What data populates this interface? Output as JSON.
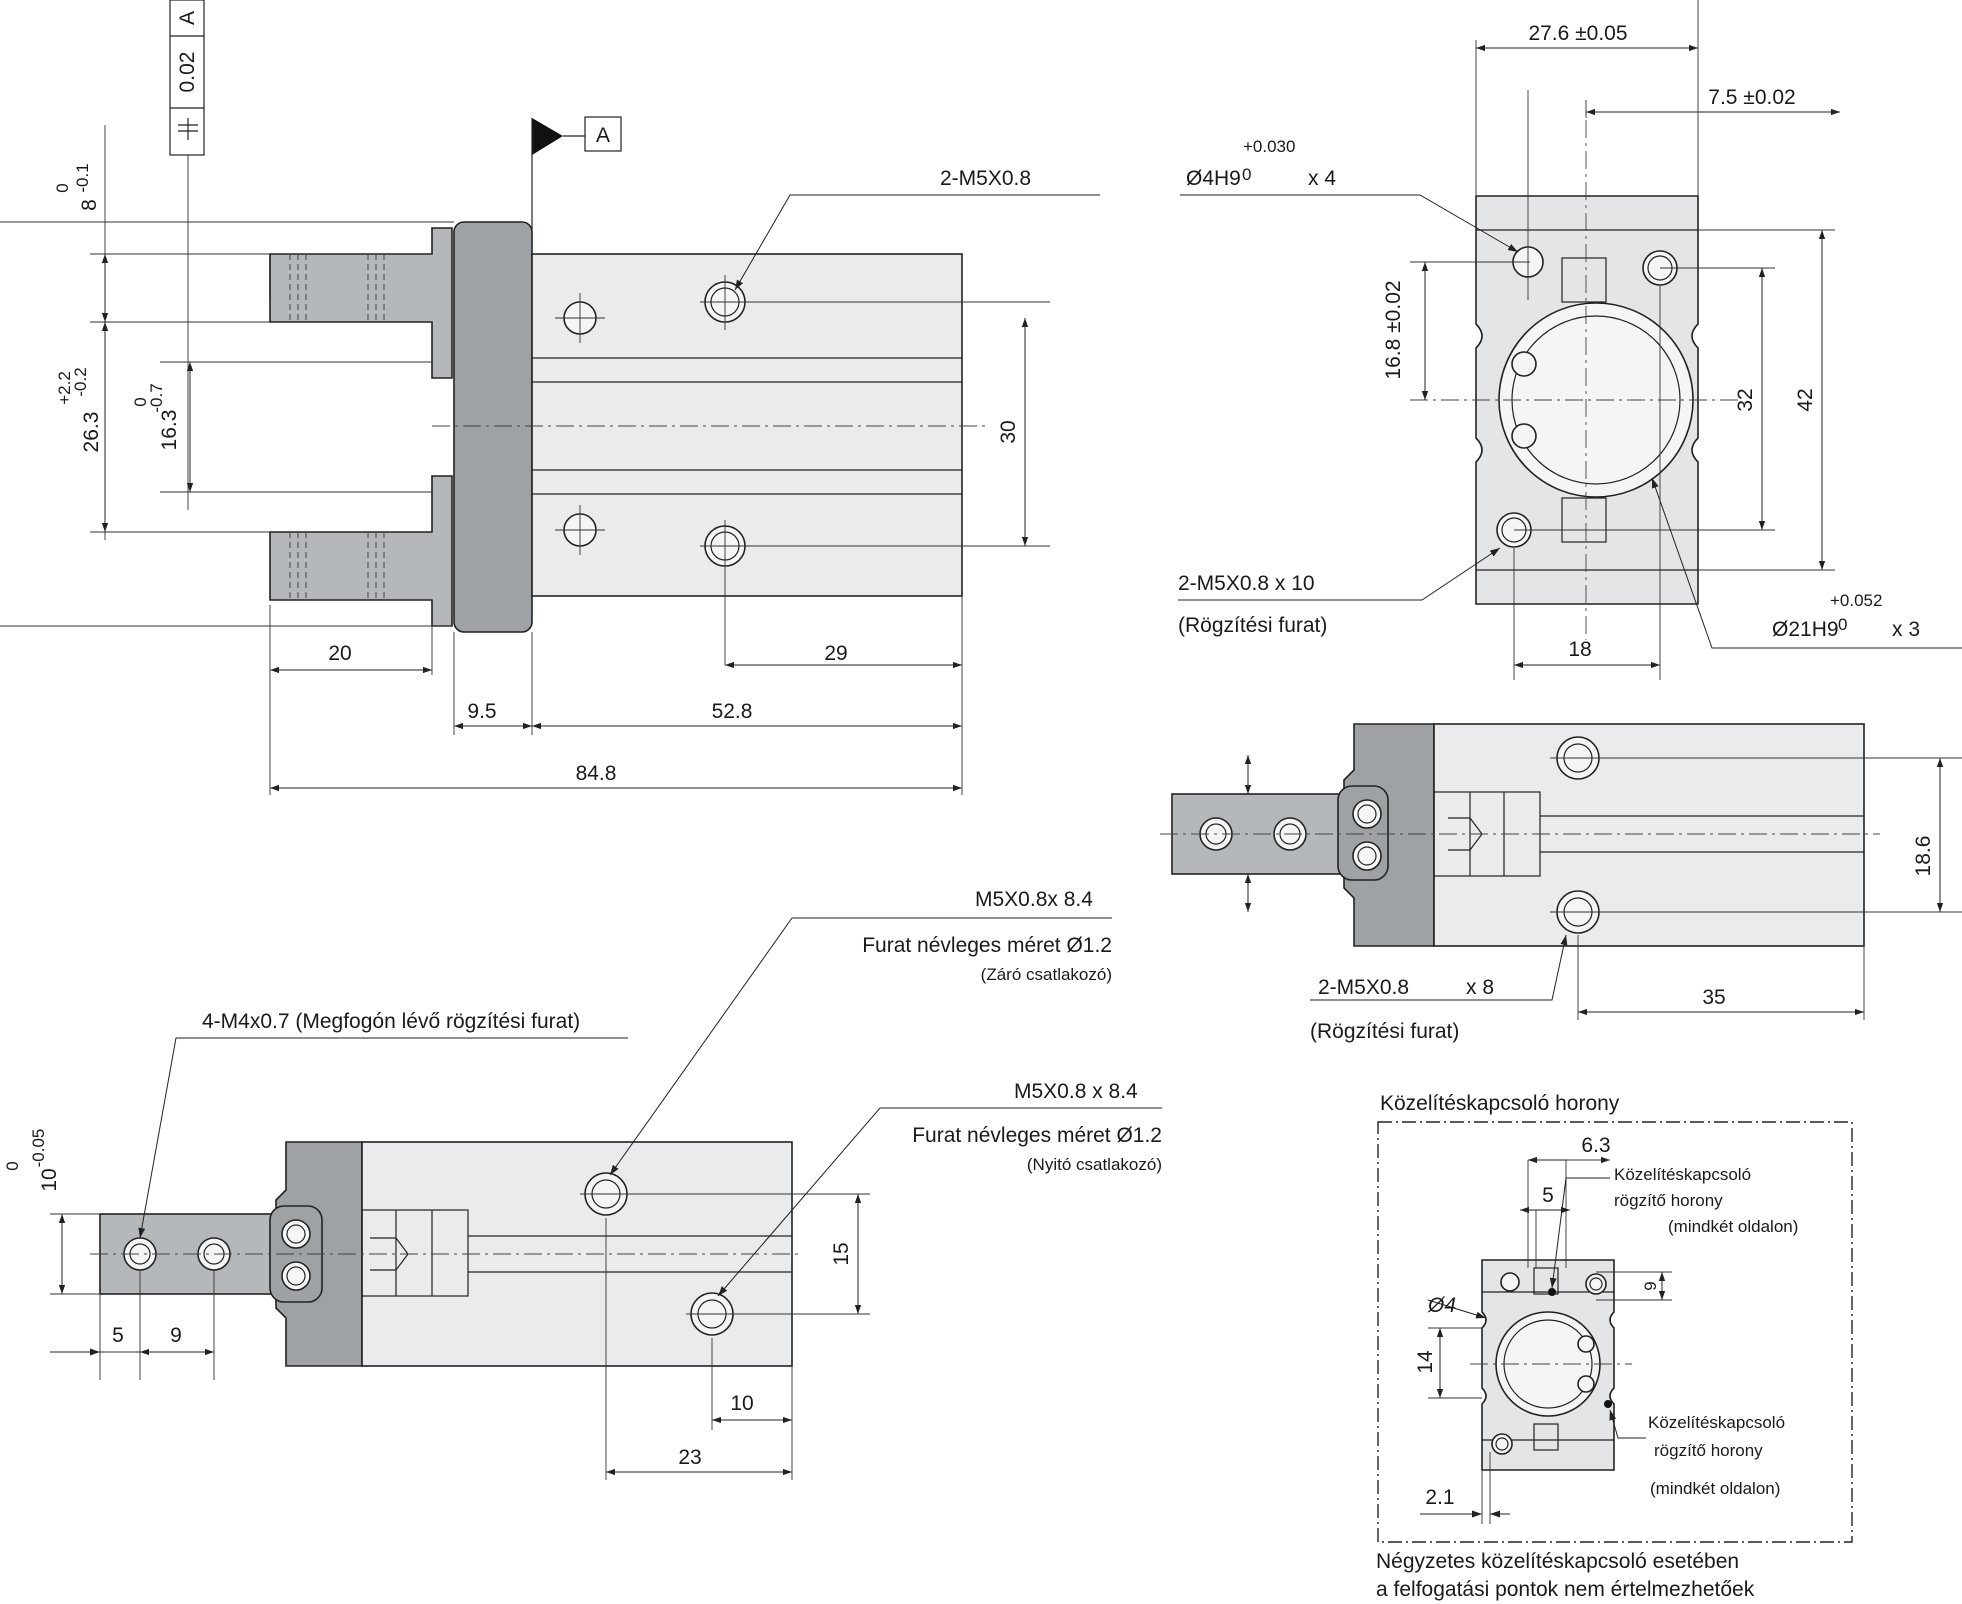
{
  "datum": {
    "tolerance_value": "0.02",
    "datum_ref": "A",
    "datum_label": "A"
  },
  "front_view": {
    "thread_top": "2-M5X0.8",
    "dim_8": "8",
    "dim_8_tol_upper": "0",
    "dim_8_tol_lower": "-0.1",
    "dim_26_3": "26.3",
    "dim_26_3_tol_upper": "+2.2",
    "dim_26_3_tol_lower": "-0.2",
    "dim_16_3": "16.3",
    "dim_16_3_tol_upper": "0",
    "dim_16_3_tol_lower": "-0.7",
    "dim_30": "30",
    "dim_20": "20",
    "dim_29": "29",
    "dim_9_5": "9.5",
    "dim_52_8": "52.8",
    "dim_84_8": "84.8"
  },
  "end_view": {
    "dim_27_6": "27.6 ±0.05",
    "dim_7_5": "7.5 ±0.02",
    "hole_4h9": "Ø4H9",
    "hole_4h9_tol_upper": "+0.030",
    "hole_4h9_tol_lower": "0",
    "hole_4h9_count": "x 4",
    "dim_16_8": "16.8 ±0.02",
    "dim_32": "32",
    "dim_42": "42",
    "thread_side": "2-M5X0.8 x 10",
    "thread_side_note": "(Rögzítési furat)",
    "dim_18": "18",
    "bore_21h9": "Ø21H9",
    "bore_21h9_tol_upper": "+0.052",
    "bore_21h9_tol_lower": "0",
    "bore_21h9_count": "x 3"
  },
  "side_view_right": {
    "dim_18_6": "18.6",
    "thread": "2-M5X0.8",
    "thread_depth": "x  8",
    "thread_note": "(Rögzítési furat)",
    "dim_35": "35"
  },
  "bottom_view": {
    "port_closing": "M5X0.8x  8.4",
    "port_closing_note": "Furat névleges méret Ø1.2",
    "port_closing_type": "(Záró csatlakozó)",
    "jaw_thread": "4-M4x0.7 (Megfogón lévő rögzítési furat)",
    "port_opening": "M5X0.8  x 8.4",
    "port_opening_note": "Furat névleges méret Ø1.2",
    "port_opening_type": "(Nyitó csatlakozó)",
    "dim_10": "10",
    "dim_10_tol_upper": "0",
    "dim_10_tol_lower": "-0.05",
    "dim_15": "15",
    "dim_5": "5",
    "dim_9": "9",
    "dim_10b": "10",
    "dim_23": "23"
  },
  "switch_groove": {
    "title": "Közelítéskapcsoló horony",
    "dim_6_3": "6.3",
    "dim_5": "5",
    "label_top_1": "Közelítéskapcsoló",
    "label_top_2": "rögzítő horony",
    "label_top_3": "(mindkét oldalon)",
    "dim_9": "9",
    "dim_d4": "Ø4",
    "dim_14": "14",
    "label_bot_1": "Közelítéskapcsoló",
    "label_bot_2": "rögzítő horony",
    "label_bot_3": "(mindkét oldalon)",
    "dim_2_1": "2.1",
    "note_1": "Négyzetes közelítéskapcsoló esetében",
    "note_2": "a felfogatási pontok nem értelmezhetőek"
  }
}
